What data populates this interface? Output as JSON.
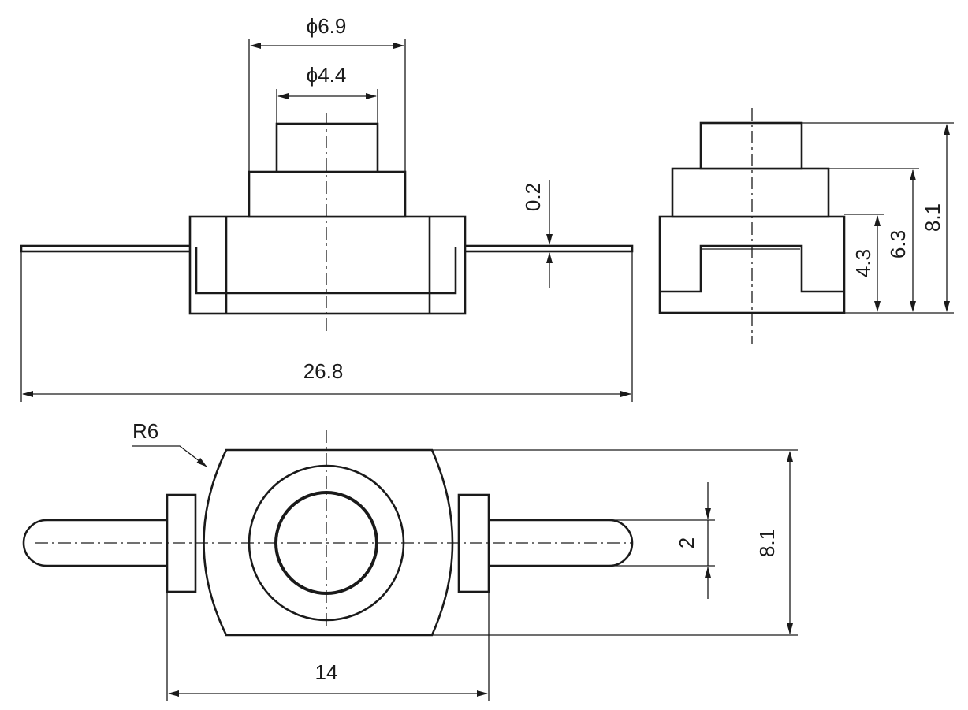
{
  "dimensions": {
    "outer_diameter": "ϕ6.9",
    "inner_diameter": "ϕ4.4",
    "terminal_thickness": "0.2",
    "total_length": "26.8",
    "height_base": "4.3",
    "height_mid": "6.3",
    "height_total": "8.1",
    "radius": "R6",
    "terminal_width": "2",
    "body_height": "8.1",
    "base_length": "14"
  }
}
